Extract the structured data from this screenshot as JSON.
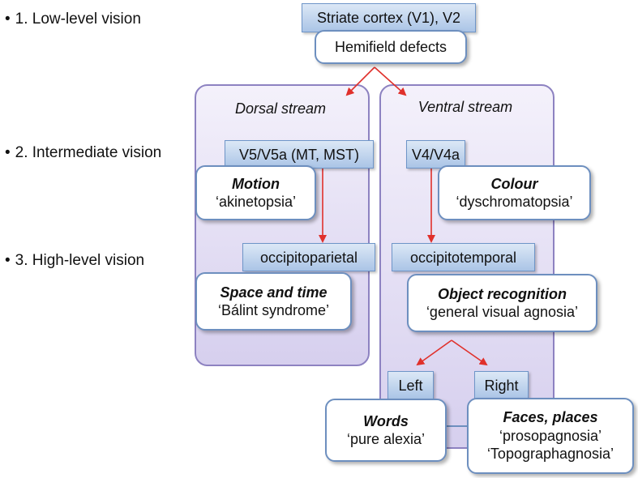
{
  "levels": [
    {
      "label": "1. Low-level vision"
    },
    {
      "label": "2. Intermediate vision"
    },
    {
      "label": "3. High-level vision"
    }
  ],
  "top": {
    "area": "Striate cortex (V1), V2",
    "deficit": "Hemifield defects"
  },
  "dorsal": {
    "label": "Dorsal stream",
    "area1": "V5/V5a (MT, MST)",
    "card1": {
      "title": "Motion",
      "deficit": "‘akinetopsia’"
    },
    "area2": "occipitoparietal",
    "card2": {
      "title": "Space and time",
      "deficit": "‘Bálint syndrome’"
    }
  },
  "ventral": {
    "label": "Ventral stream",
    "area1": "V4/V4a",
    "card1": {
      "title": "Colour",
      "deficit": "‘dyschromatopsia’"
    },
    "area2": "occipitotemporal",
    "card2": {
      "title": "Object recognition",
      "deficit": "‘general visual agnosia’"
    },
    "left": {
      "label": "Left",
      "card": {
        "title": "Words",
        "deficit": "‘pure alexia’"
      }
    },
    "right": {
      "label": "Right",
      "card": {
        "title": "Faces, places",
        "deficit1": "‘prosopagnosia’",
        "deficit2": "‘Topographagnosia’"
      }
    }
  },
  "colors": {
    "arrow": "#e0302b",
    "stream_border": "#8d82c1",
    "area_fill": "#aac4e6",
    "card_border": "#6d8fbf"
  }
}
